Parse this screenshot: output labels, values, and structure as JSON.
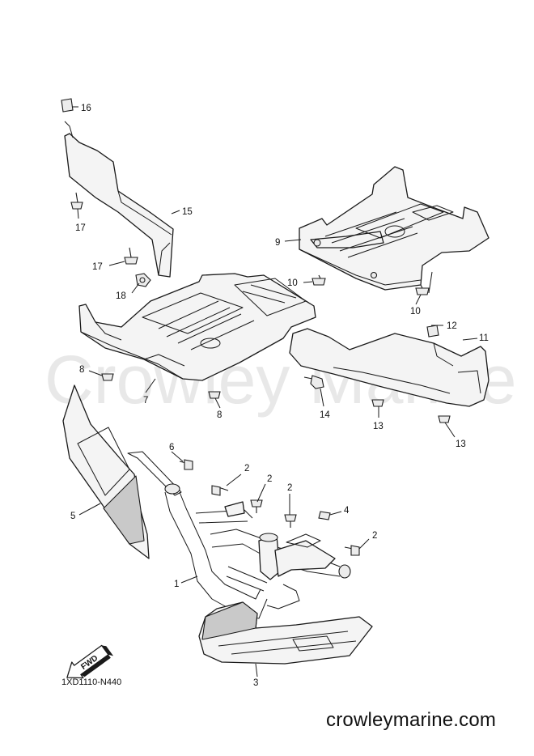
{
  "watermark": "Crowley Marine",
  "fwd_label": "FWD",
  "drawing_code": "1XD1110-N440",
  "site": "crowleymarine.com",
  "callouts": {
    "c1": "1",
    "c2a": "2",
    "c2b": "2",
    "c2c": "2",
    "c2d": "2",
    "c3": "3",
    "c4": "4",
    "c5": "5",
    "c6": "6",
    "c7": "7",
    "c8a": "8",
    "c8b": "8",
    "c9": "9",
    "c10a": "10",
    "c10b": "10",
    "c11": "11",
    "c12": "12",
    "c13a": "13",
    "c13b": "13",
    "c14": "14",
    "c15": "15",
    "c16": "16",
    "c17a": "17",
    "c17b": "17",
    "c18": "18"
  }
}
